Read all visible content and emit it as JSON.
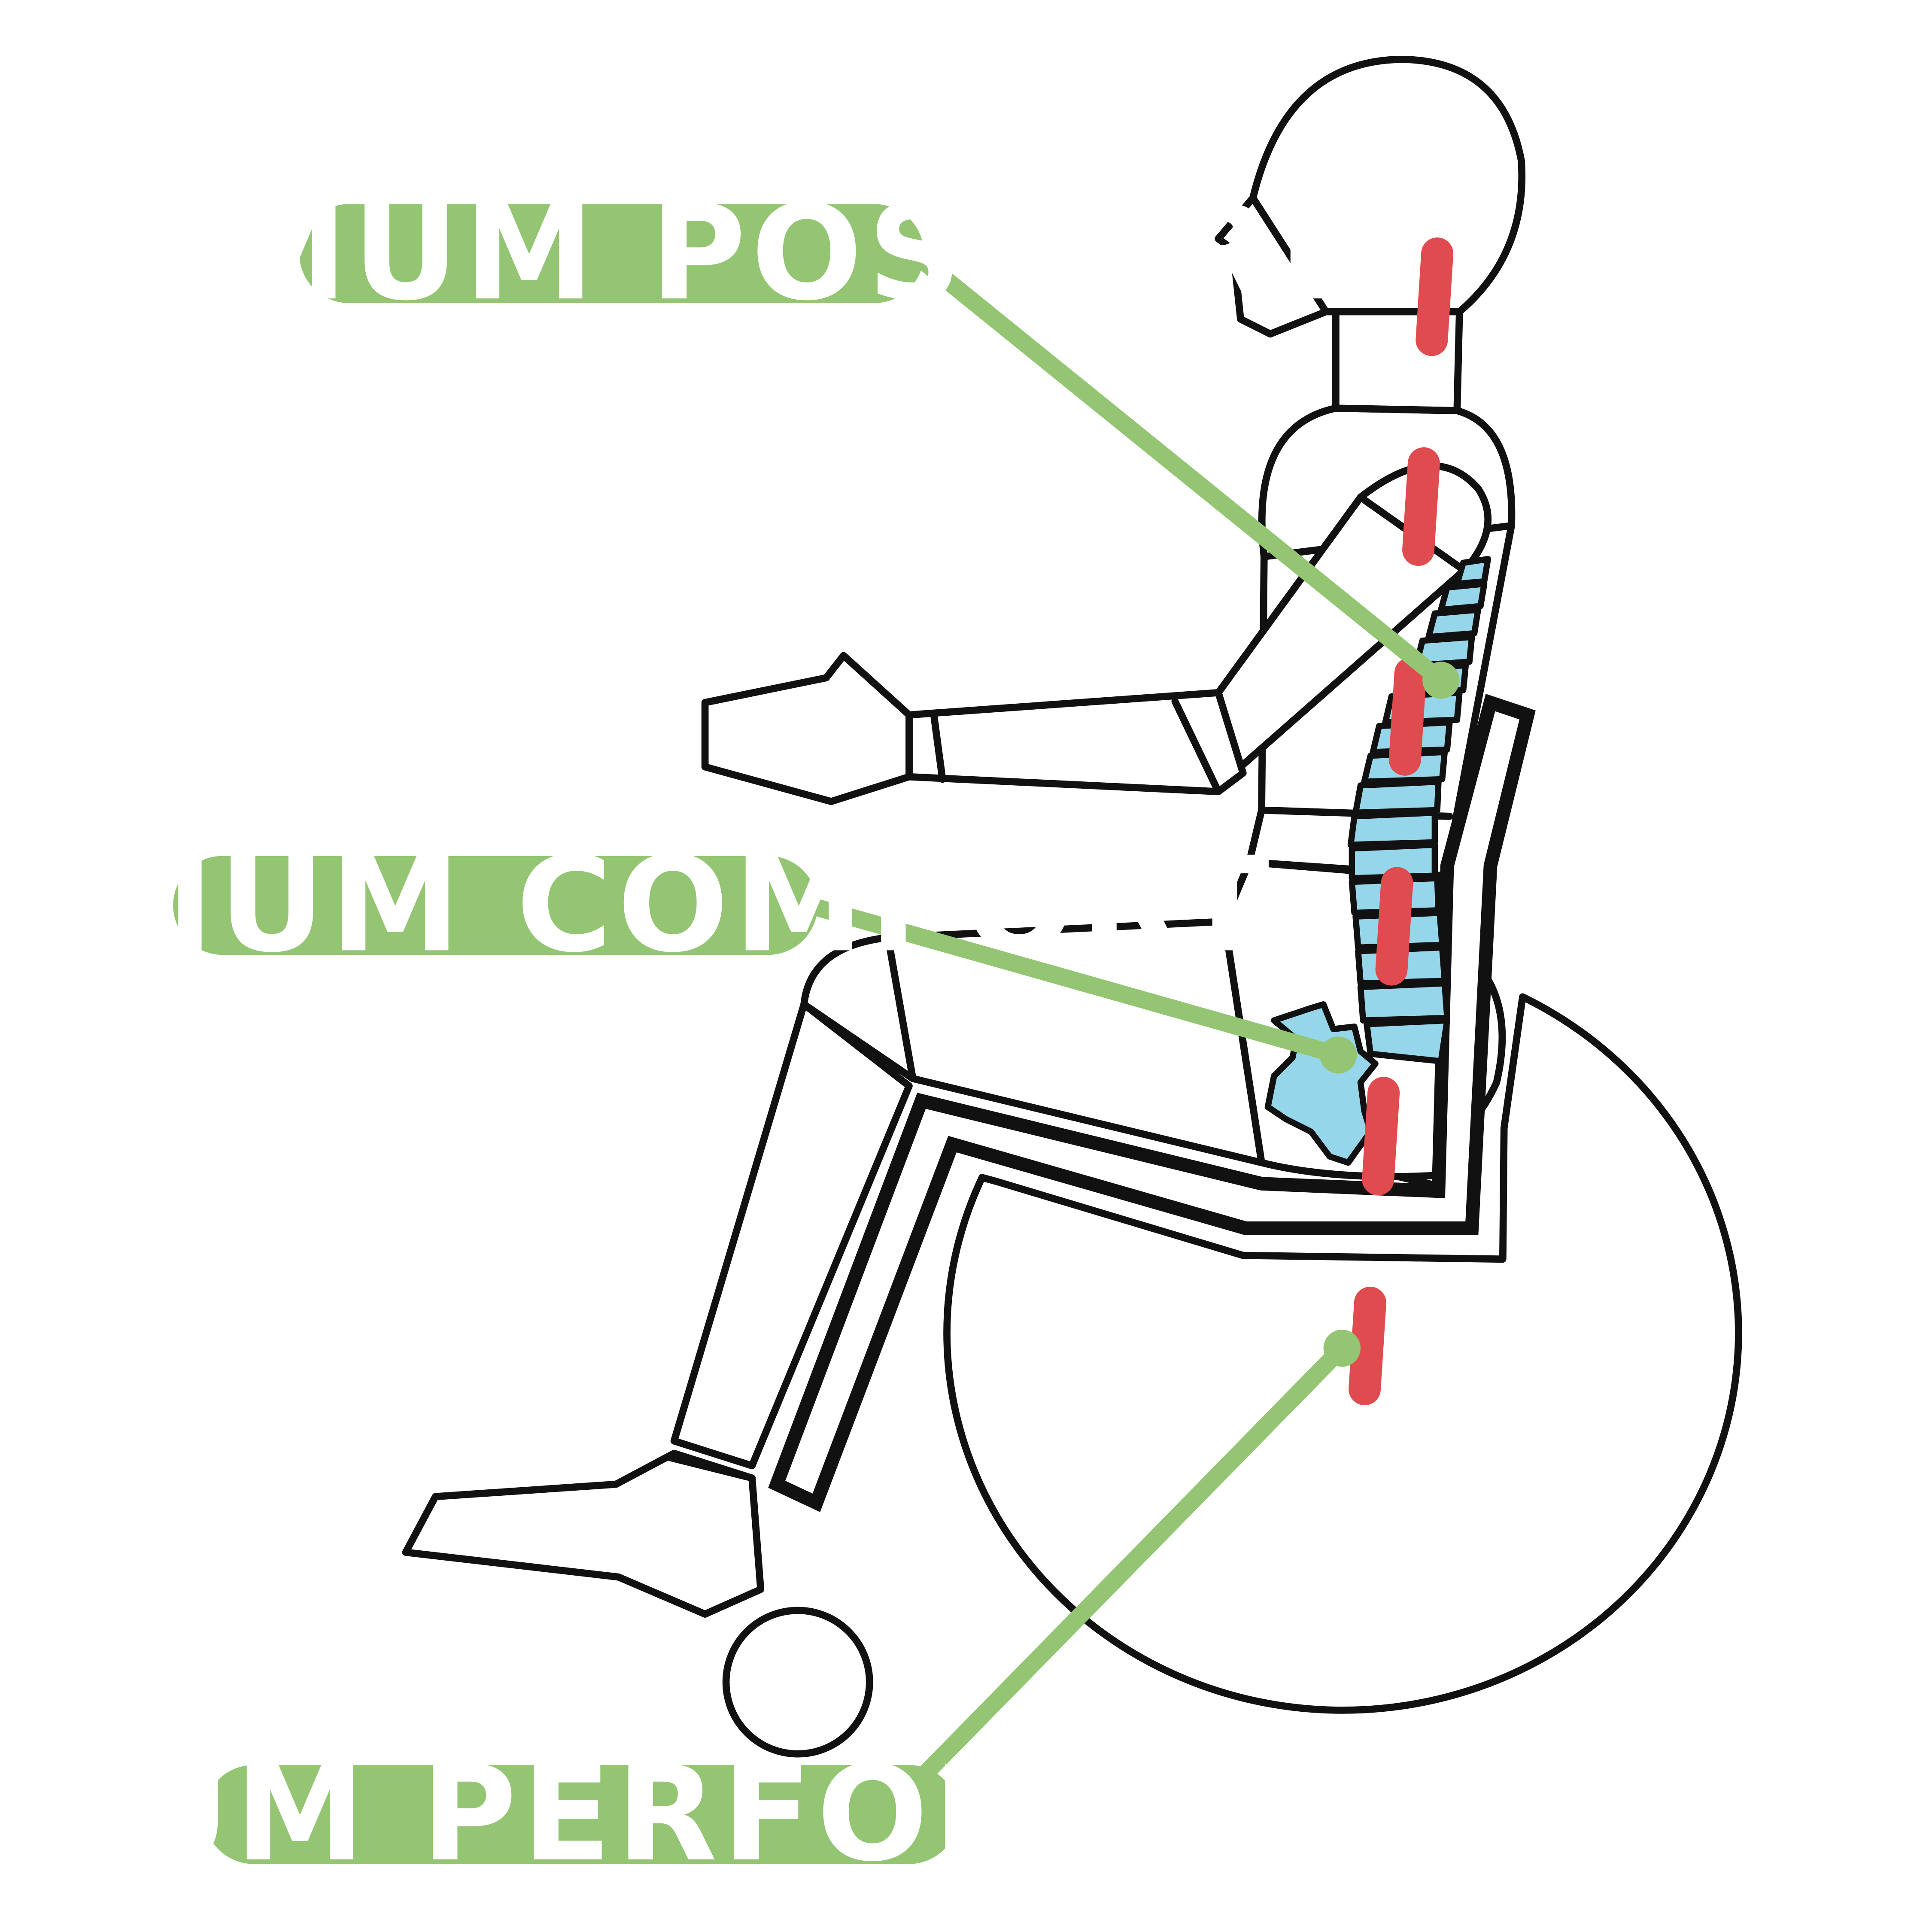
{
  "labels": {
    "posture": "OPTIMUM POSTURE",
    "comfort": "OPTIMUM COMFORT",
    "performance": "MAXIMUM PERFORMANCE"
  },
  "colors": {
    "label_green": "#93c572",
    "spine_blue": "#96d6ea",
    "alignment_red": "#df4b4e",
    "outline_black": "#111111"
  }
}
